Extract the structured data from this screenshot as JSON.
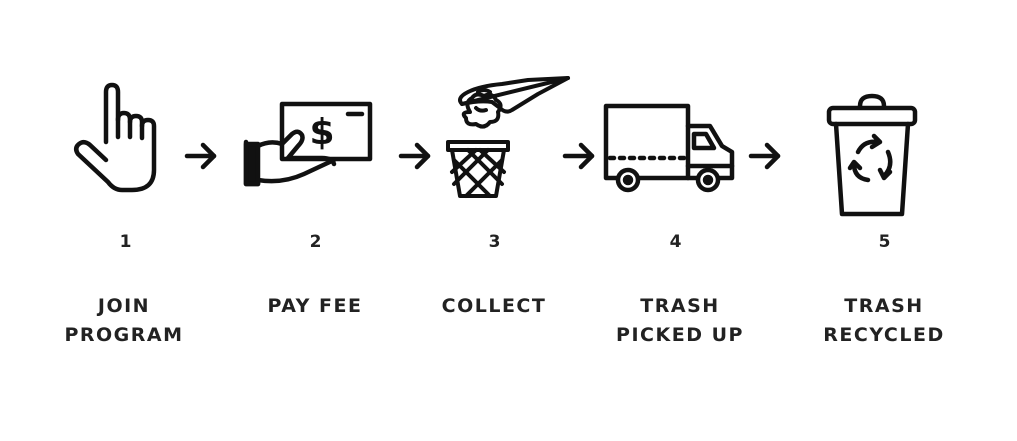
{
  "steps": [
    {
      "number": "1",
      "lines": [
        "JOIN",
        "PROGRAM"
      ],
      "icon": "pointing-hand-icon"
    },
    {
      "number": "2",
      "lines": [
        "PAY FEE"
      ],
      "icon": "hand-with-cash-icon"
    },
    {
      "number": "3",
      "lines": [
        "COLLECT"
      ],
      "icon": "hand-dropping-trash-in-basket-icon"
    },
    {
      "number": "4",
      "lines": [
        "TRASH",
        "PICKED UP"
      ],
      "icon": "delivery-truck-icon"
    },
    {
      "number": "5",
      "lines": [
        "TRASH",
        "RECYCLED"
      ],
      "icon": "recycling-bin-icon"
    }
  ],
  "arrow_icon": "right-arrow-icon",
  "colors": {
    "ink": "#111111",
    "background": "#ffffff"
  }
}
